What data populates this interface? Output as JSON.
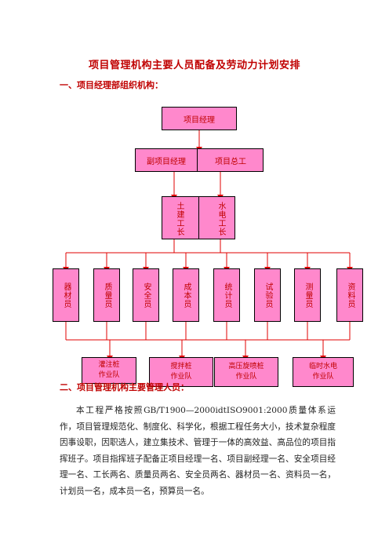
{
  "title": "项目管理机构主要人员配备及劳动力计划安排",
  "section1": "一、项目经理部组织机构：",
  "section2": "二、项目管理机构主要管理人员：",
  "org": {
    "manager": "项目经理",
    "deputy": "副项目经理",
    "chief_engineer": "项目总工",
    "civil_foreman": "土建工长",
    "me_foreman": "水电工长",
    "staff": [
      "器材员",
      "质量员",
      "安全员",
      "成本员",
      "统计员",
      "试验员",
      "测量员",
      "资料员"
    ],
    "teams": [
      [
        "灌注桩",
        "作业队"
      ],
      [
        "搅拌桩",
        "作业队"
      ],
      [
        "高压旋喷桩",
        "作业队"
      ],
      [
        "临时水电",
        "作业队"
      ]
    ]
  },
  "paragraph": "本工程严格按照GB/T1900—2000idtISO9001:2000质量体系运作，项目管理规范化、制度化、科学化，根据工程任务大小，技术复杂程度因事设职，因职选人，建立集技术、管理于一体的高效益、高品位的项目指挥班子。项目指挥班子配备正项目经理一名、项目副经理一名、安全项目经理一名、工长两名、质量员两名、安全员两名、器材员一名、资料员一名，计划员一名，成本员一名，预算员一名。",
  "colors": {
    "box_fill": "#ff88cc",
    "line": "#e00000",
    "text": "#c00000"
  }
}
